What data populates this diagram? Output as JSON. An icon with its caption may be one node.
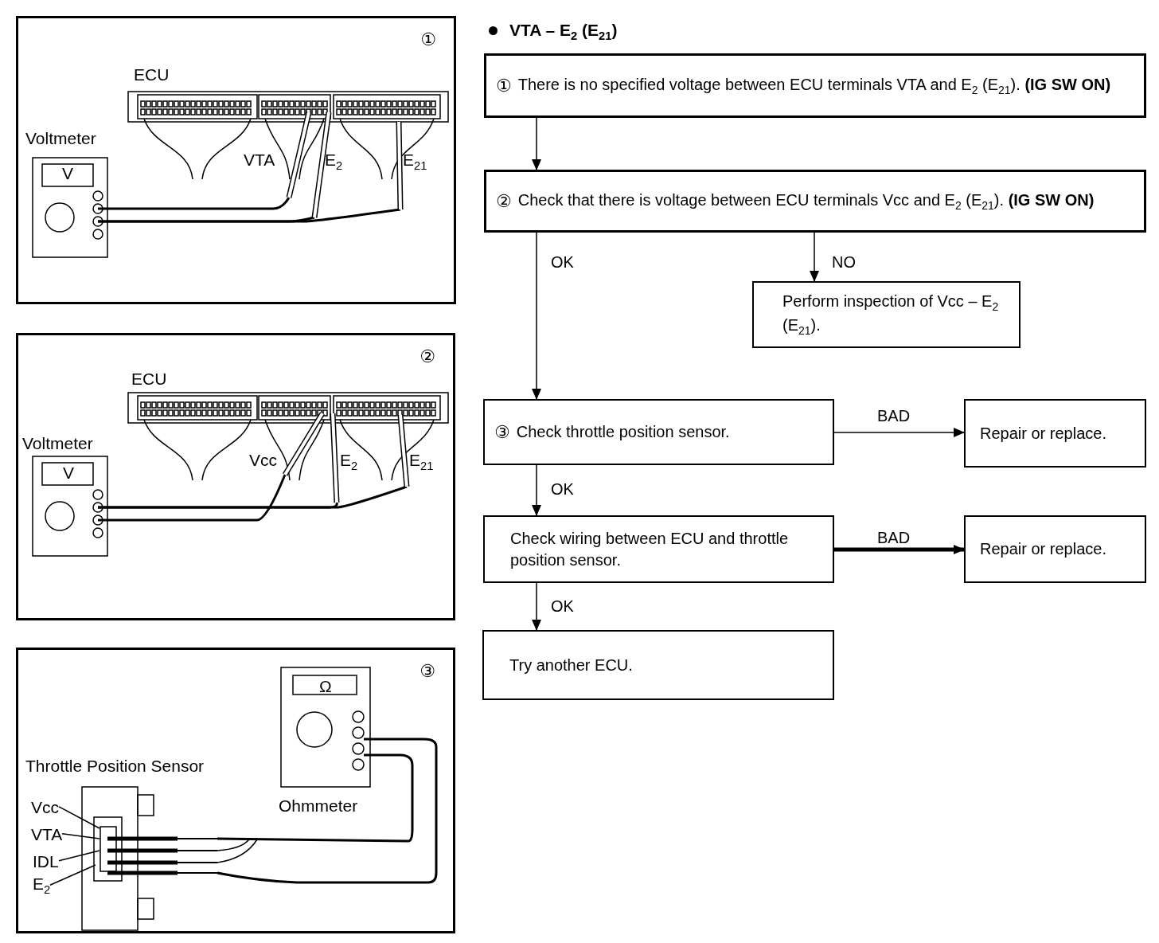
{
  "diagram": {
    "title": "VTA – E$_{2}$ (E$_{21}$)",
    "nodes": [
      {
        "text": [
          "①",
          "There is no specified voltage between ECU terminals VTA and E$_{2}$ (E$_{21}$). **(IG SW ON)**"
        ]
      },
      {
        "text": [
          "②",
          "Check that there is voltage between ECU terminals Vcc and E$_{2}$ (E$_{21}$). **(IG SW ON)**"
        ]
      },
      {
        "text": [
          "Perform inspection of Vcc – E$_{2}$ (E$_{21}$)."
        ]
      },
      {
        "text": [
          "③",
          "Check throttle position sensor."
        ]
      },
      {
        "text": [
          "Repair or replace."
        ]
      },
      {
        "text": [
          "Check wiring between ECU and throttle position sensor."
        ]
      },
      {
        "text": [
          "Repair or replace."
        ]
      },
      {
        "text": [
          "Try another ECU."
        ]
      },
      {
        "text": [
          "①"
        ]
      },
      {
        "text": [
          "②"
        ]
      },
      {
        "text": [
          "③"
        ]
      },
      {
        "text": [
          "Vcc"
        ],
        "in": 10
      },
      {
        "text": [
          "VTA"
        ],
        "in": 10
      },
      {
        "text": [
          "IDL"
        ],
        "in": 10
      },
      {
        "text": [
          "E$_{2}$"
        ],
        "in": 10
      }
    ],
    "edges": [
      {
        "from": 0,
        "to": 1,
        "arrow": "to"
      },
      {
        "from": 1,
        "to": 2,
        "arrow": "to",
        "label": "NO"
      },
      {
        "from": 1,
        "to": 3,
        "arrow": "to",
        "label": "OK"
      },
      {
        "from": 3,
        "to": 4,
        "arrow": "to",
        "label": "BAD"
      },
      {
        "from": 3,
        "to": 5,
        "arrow": "to",
        "label": "OK"
      },
      {
        "from": 5,
        "to": 6,
        "arrow": "to",
        "label": "BAD",
        "style": "thick"
      },
      {
        "from": 5,
        "to": 7,
        "arrow": "to",
        "label": "OK"
      },
      {
        "from": 11,
        "to": null,
        "arrow": "none"
      },
      {
        "from": 12,
        "to": null,
        "arrow": "none"
      },
      {
        "from": 13,
        "to": null,
        "arrow": "none"
      },
      {
        "from": 14,
        "to": null,
        "arrow": "none"
      }
    ],
    "labels": [
      "ECU",
      "Voltmeter",
      "V",
      "VTA",
      "E$_{2}$",
      "E$_{21}$",
      "ECU",
      "Voltmeter",
      "V",
      "Vcc",
      "E$_{2}$",
      "E$_{21}$",
      "Ω",
      "Throttle Position Sensor",
      "Ohmmeter"
    ]
  }
}
